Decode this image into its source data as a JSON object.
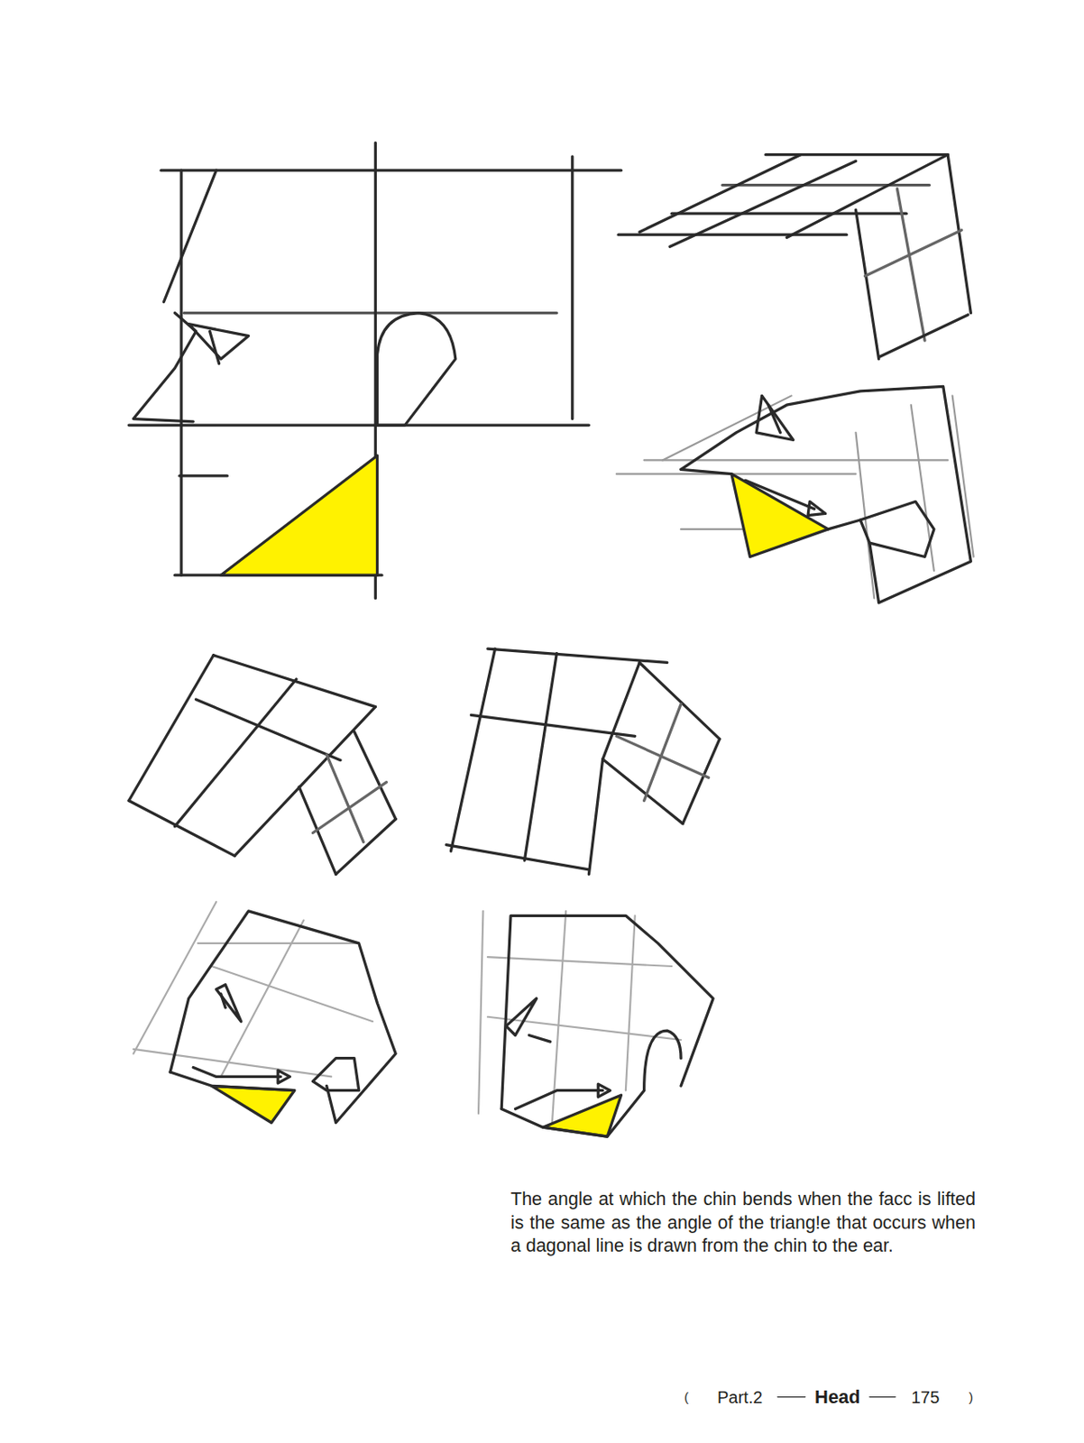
{
  "diagram": {
    "caption": "The angle at which the chin bends when the facc is lifted is the same as the angle of the triang!e that occurs when a dagonal line is drawn from the chin to the ear.",
    "labels": [
      "(",
      "Part.2",
      "Head",
      "175",
      ")"
    ]
  }
}
